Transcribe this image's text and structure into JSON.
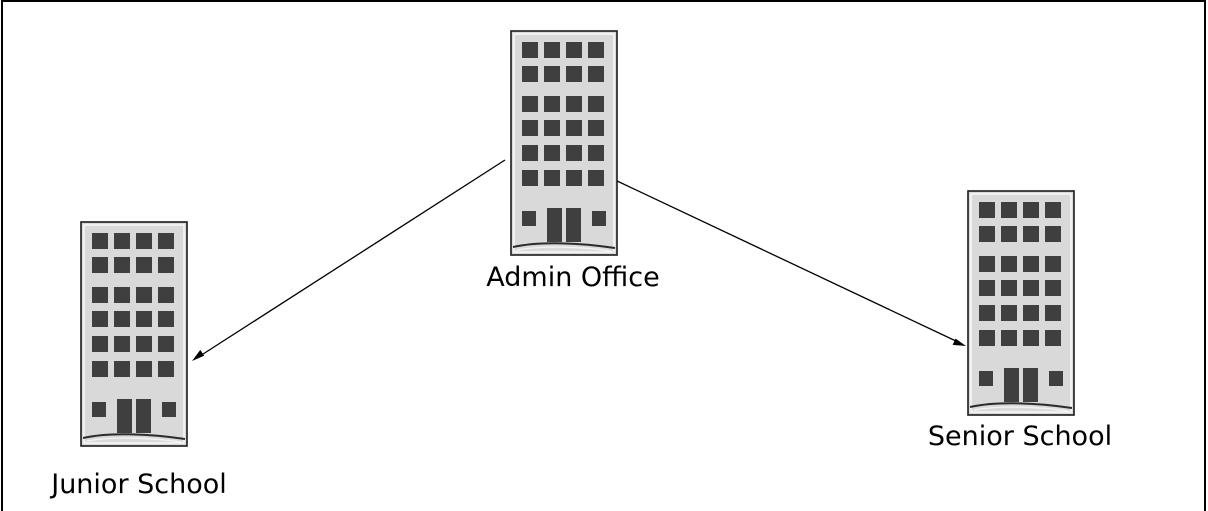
{
  "nodes": [
    {
      "id": "admin",
      "label": "Admin Office"
    },
    {
      "id": "junior",
      "label": "Junior School"
    },
    {
      "id": "senior",
      "label": "Senior School"
    }
  ],
  "edges": [
    {
      "from": "admin",
      "to": "junior"
    },
    {
      "from": "admin",
      "to": "senior"
    }
  ]
}
